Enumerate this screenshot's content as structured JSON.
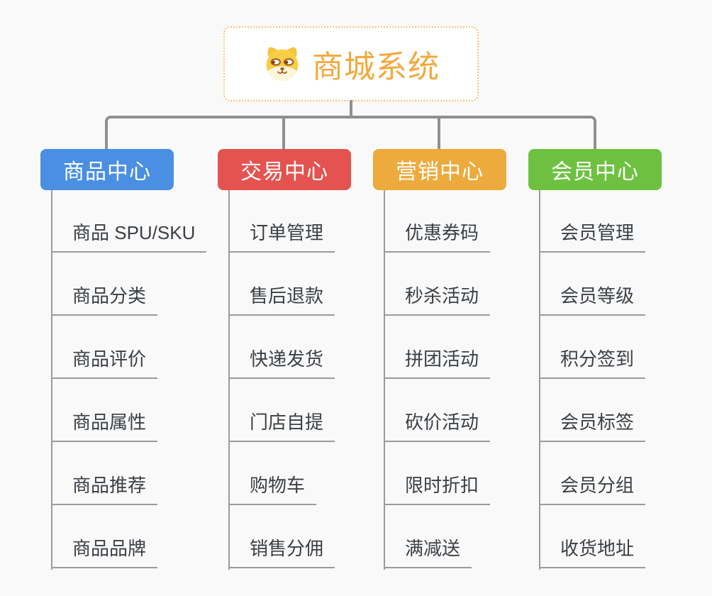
{
  "app": {
    "type": "mindmap-canvas",
    "background": "#f9f9f9"
  },
  "root": {
    "title": "商城系统",
    "icon": "dog-face-icon",
    "text_color": "#f2a93d",
    "border_color": "#f6c473",
    "background": "#ffffff"
  },
  "branches": [
    {
      "label": "商品中心",
      "color": "#4a8fe2",
      "children": [
        "商品 SPU/SKU",
        "商品分类",
        "商品评价",
        "商品属性",
        "商品推荐",
        "商品品牌"
      ]
    },
    {
      "label": "交易中心",
      "color": "#e4534f",
      "children": [
        "订单管理",
        "售后退款",
        "快递发货",
        "门店自提",
        "购物车",
        "销售分佣"
      ]
    },
    {
      "label": "营销中心",
      "color": "#edaa3d",
      "children": [
        "优惠券码",
        "秒杀活动",
        "拼团活动",
        "砍价活动",
        "限时折扣",
        "满减送"
      ]
    },
    {
      "label": "会员中心",
      "color": "#6ec140",
      "children": [
        "会员管理",
        "会员等级",
        "积分签到",
        "会员标签",
        "会员分组",
        "收货地址"
      ]
    }
  ],
  "colors": {
    "connector": "#8f8f8f",
    "leaf_line": "#9b9b9b",
    "leaf_text": "#3b4045",
    "branch_text": "#ffffff"
  }
}
